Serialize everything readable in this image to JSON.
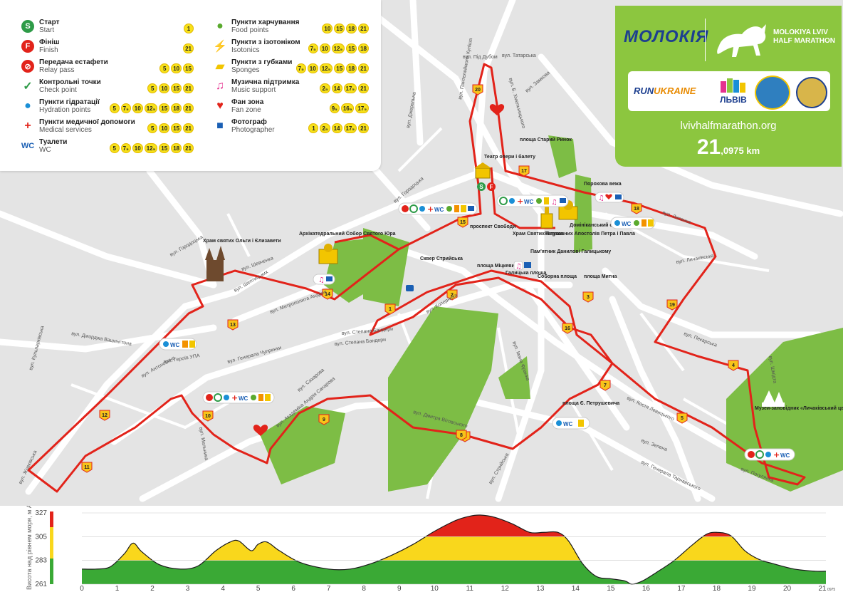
{
  "legend": {
    "items": [
      {
        "icon": "start-icon",
        "uk": "Старт",
        "en": "Start",
        "km": [
          "1"
        ],
        "color": "#2e9b48"
      },
      {
        "icon": "finish-icon",
        "uk": "Фініш",
        "en": "Finish",
        "km": [
          "21"
        ],
        "color": "#e2231a"
      },
      {
        "icon": "relay-icon",
        "uk": "Передача естафети",
        "en": "Relay pass",
        "km": [
          "5",
          "10",
          "15"
        ],
        "color": "#e2231a"
      },
      {
        "icon": "checkpoint-icon",
        "uk": "Контрольні точки",
        "en": "Check point",
        "km": [
          "5",
          "10",
          "15",
          "21"
        ],
        "color": "#2e9b48"
      },
      {
        "icon": "hydration-icon",
        "uk": "Пункти гідратації",
        "en": "Hydration points",
        "km": [
          "5",
          "7₅",
          "10",
          "12₅",
          "15",
          "18",
          "21"
        ],
        "color": "#1a8fd6"
      },
      {
        "icon": "medical-icon",
        "uk": "Пункти медичної допомоги",
        "en": "Medical services",
        "km": [
          "5",
          "10",
          "15",
          "21"
        ],
        "color": "#e2231a"
      },
      {
        "icon": "wc-icon",
        "uk": "Туалети",
        "en": "WC",
        "km": [
          "5",
          "7₅",
          "10",
          "12₅",
          "15",
          "18",
          "21"
        ],
        "color": "#1a5fb4"
      },
      {
        "icon": "food-icon",
        "uk": "Пункти харчування",
        "en": "Food points",
        "km": [
          "10",
          "15",
          "18",
          "21"
        ],
        "color": "#5aaa2e"
      },
      {
        "icon": "isotonic-icon",
        "uk": "Пункти з ізотоніком",
        "en": "Isotonics",
        "km": [
          "7₅",
          "10",
          "12₅",
          "15",
          "18"
        ],
        "color": "#f39200"
      },
      {
        "icon": "sponge-icon",
        "uk": "Пункти з губками",
        "en": "Sponges",
        "km": [
          "7₅",
          "10",
          "12₅",
          "15",
          "18",
          "21"
        ],
        "color": "#f2c500"
      },
      {
        "icon": "music-icon",
        "uk": "Музична підтримка",
        "en": "Music support",
        "km": [
          "2₅",
          "14",
          "17₅",
          "21"
        ],
        "color": "#e5318f"
      },
      {
        "icon": "fanzone-icon",
        "uk": "Фан зона",
        "en": "Fan zone",
        "km": [
          "9₅",
          "16₅",
          "17₅"
        ],
        "color": "#e2231a"
      },
      {
        "icon": "camera-icon",
        "uk": "Фотограф",
        "en": "Photographer",
        "km": [
          "1",
          "2₅",
          "14",
          "17₅",
          "21"
        ],
        "color": "#1a5fb4"
      }
    ]
  },
  "brand": {
    "logo": "МОЛОКІЯ",
    "event_title_line1": "MOLOKIYA LVIV",
    "event_title_line2": "HALF MARATHON",
    "sponsor_run": "RUN",
    "sponsor_ukraine": "UKRAINE",
    "sponsor_lviv": "ЛЬВІВ",
    "url": "lvivhalfmarathon.org",
    "distance_main": "21",
    "distance_small": ",0975 km"
  },
  "map": {
    "streets": [
      "вул. Під Дубом",
      "вул. Татарська",
      "вул. Замкова",
      "вул. Джерельна",
      "вул. Пантелеймона Куліша",
      "вул. Б. Хмельницького",
      "вул. Городоцька",
      "вул. Шевченка",
      "вул. Степана Бандери",
      "вул. Героїв УПА",
      "вул. Кульпарківська",
      "вул. Антоновича",
      "вул. Генерала Чупринки",
      "вул. Академіка Андрія Сахарова",
      "вул. Дмитра Вітовського",
      "вул. Івана Франка",
      "вул. Личаківська",
      "вул. Лисенка",
      "вул. Пекарська",
      "вул. Шмідта",
      "вул. Костя Левицького",
      "вул. Зелена",
      "вул. Стрийська",
      "вул. Погулянка",
      "вул. Генерала Тарнавського",
      "вул. Коперника",
      "вул. Джорджа Вашингтона",
      "вул. Сахарова",
      "вул. Городоцька",
      "вул. Шептицьких",
      "вул. Митрополита Андрея",
      "вул. Степана Бандери",
      "вул. Мельника",
      "вул. Жовківська"
    ],
    "landmarks": [
      "Театр опери і балету",
      "Ратуша",
      "Домініканський собор",
      "Порохова вежа",
      "Храм Святих Верховних Апостолів Петра і Павла",
      "Храм святих Ольги і Єлизавети",
      "Архікатедральний Собор Святого Юра",
      "Музей-заповідник «Личаківський цвинтар»",
      "площа Старий Ринок",
      "площа Міцкевича",
      "Галицька площа",
      "Соборна площа",
      "площа Митна",
      "площа Є. Петрушевича",
      "Пам'ятник Данилові Галицькому",
      "проспект Свободи",
      "Сквер Стрийська"
    ],
    "km_markers": [
      "1",
      "2",
      "3",
      "4",
      "5",
      "6",
      "7",
      "8",
      "9",
      "10",
      "11",
      "12",
      "13",
      "14",
      "15",
      "16",
      "17",
      "18",
      "19",
      "20"
    ]
  },
  "chart_data": {
    "type": "area",
    "title": "",
    "ylabel": "Висота над рівнем моря, м Absolute altitude, m",
    "xlabel": "",
    "x_ticks": [
      "0",
      "1",
      "2",
      "3",
      "4",
      "5",
      "6",
      "7",
      "8",
      "9",
      "10",
      "11",
      "12",
      "13",
      "14",
      "15",
      "16",
      "17",
      "18",
      "19",
      "20",
      "21"
    ],
    "x_suffix": "0975",
    "y_ticks": [
      "327",
      "305",
      "283",
      "261"
    ],
    "ylim": [
      261,
      327
    ],
    "xlim": [
      0,
      21.1
    ],
    "band_colors": {
      "low": "#3aa935",
      "mid": "#f9d71c",
      "high": "#e2231a"
    },
    "x": [
      0,
      0.4,
      0.8,
      1.2,
      1.45,
      1.7,
      2.2,
      2.8,
      3.3,
      3.8,
      4.2,
      4.45,
      4.8,
      5.0,
      5.25,
      5.6,
      6.2,
      7.0,
      7.6,
      8.2,
      8.8,
      9.4,
      10.0,
      10.6,
      11.0,
      11.3,
      11.7,
      12.2,
      12.7,
      13.1,
      13.5,
      13.8,
      14.2,
      14.6,
      15.0,
      15.4,
      15.6,
      15.9,
      16.3,
      16.8,
      17.3,
      17.7,
      18.0,
      18.4,
      18.8,
      19.2,
      19.6,
      20.2,
      20.8,
      21.1
    ],
    "altitude": [
      275,
      275,
      277,
      289,
      299,
      291,
      279,
      275,
      278,
      292,
      300,
      301,
      292,
      298,
      300,
      292,
      281,
      275,
      275,
      280,
      288,
      298,
      310,
      320,
      324,
      325,
      323,
      317,
      309,
      309,
      309,
      301,
      280,
      268,
      266,
      264,
      261,
      264,
      272,
      283,
      297,
      307,
      309,
      306,
      292,
      284,
      280,
      275,
      273,
      273
    ]
  }
}
